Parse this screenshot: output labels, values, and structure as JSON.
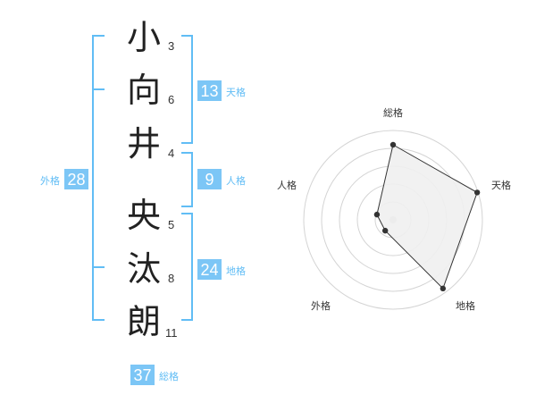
{
  "name": {
    "characters": [
      {
        "char": "小",
        "strokes": "3"
      },
      {
        "char": "向",
        "strokes": "6"
      },
      {
        "char": "井",
        "strokes": "4"
      },
      {
        "char": "央",
        "strokes": "5"
      },
      {
        "char": "汰",
        "strokes": "8"
      },
      {
        "char": "朗",
        "strokes": "11"
      }
    ]
  },
  "fortunes": {
    "tenkaku": {
      "value": "13",
      "label": "天格"
    },
    "jinkaku": {
      "value": "9",
      "label": "人格"
    },
    "chikaku": {
      "value": "24",
      "label": "地格"
    },
    "gaikaku": {
      "value": "28",
      "label": "外格"
    },
    "soukaku": {
      "value": "37",
      "label": "総格"
    }
  },
  "colors": {
    "accent": "#61bdf5",
    "badge_bg": "#7cc6f6",
    "radar_fill": "#f0f0f0",
    "radar_grid": "#d4d4d4",
    "point": "#333333"
  },
  "chart_data": {
    "type": "radar",
    "axes": [
      "総格",
      "天格",
      "地格",
      "外格",
      "人格"
    ],
    "values": [
      0.84,
      0.99,
      0.95,
      0.15,
      0.19
    ],
    "rings": 5,
    "range": [
      0,
      1
    ]
  }
}
